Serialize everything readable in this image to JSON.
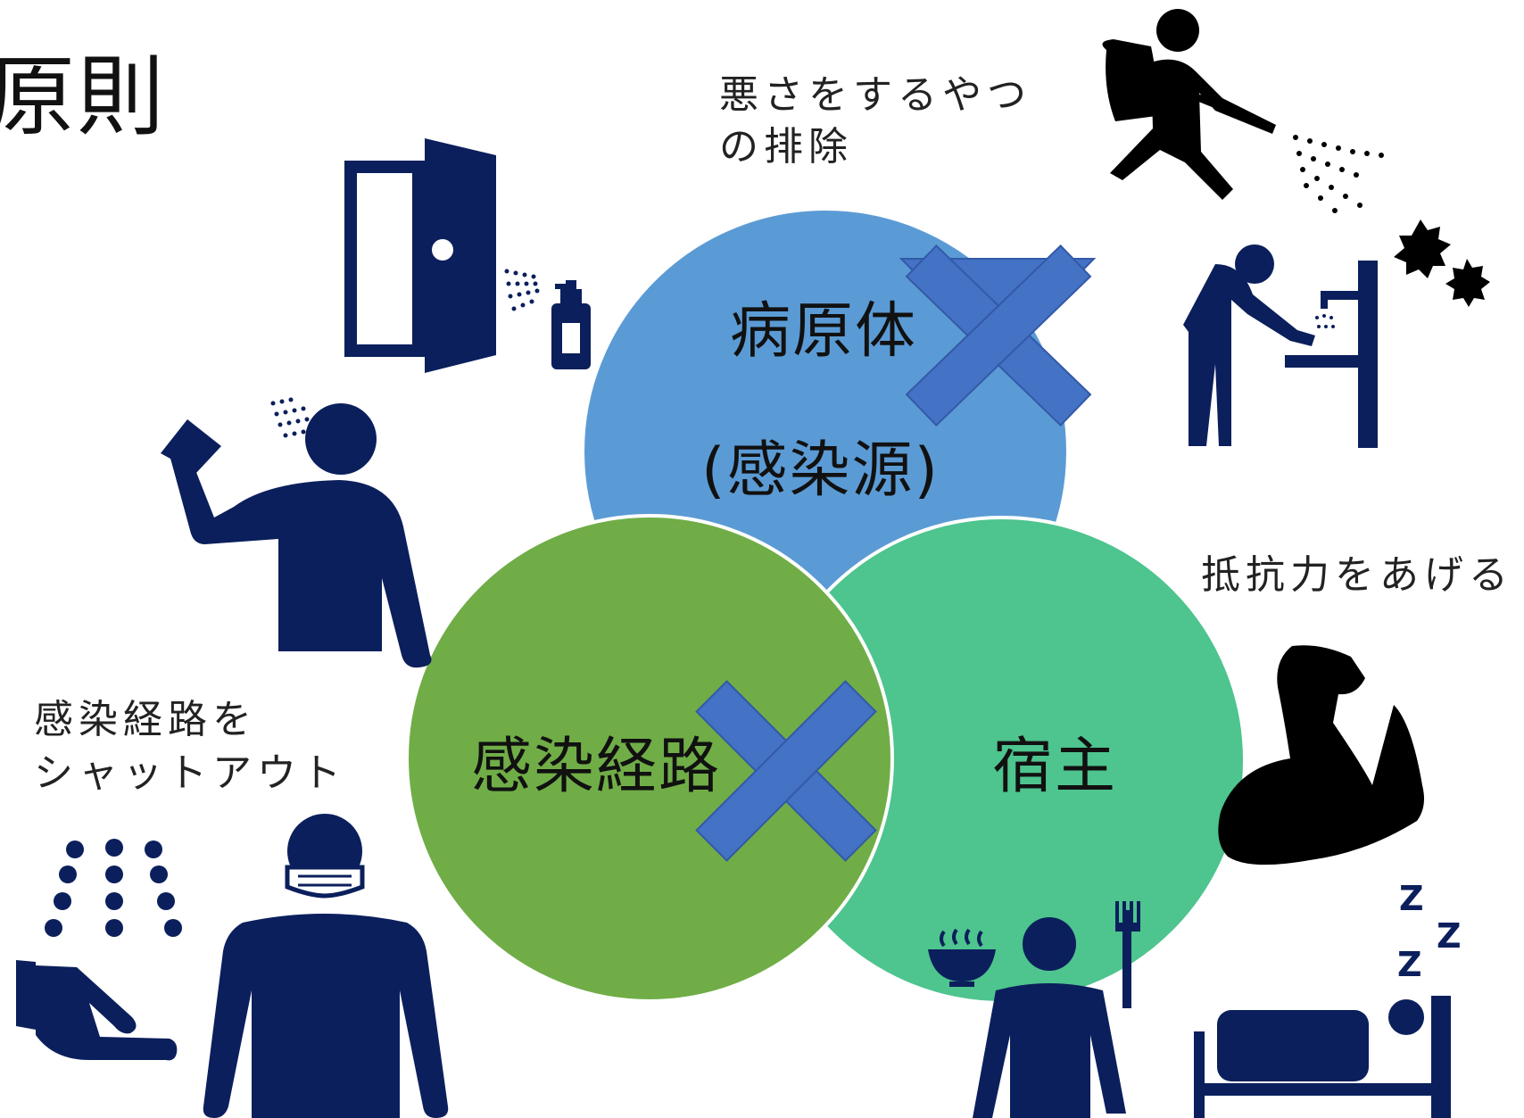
{
  "title": "原則",
  "captions": {
    "pathogen_action_line1": "悪さをするやつ",
    "pathogen_action_line2": "の排除",
    "host_action": "抵抗力をあげる",
    "route_action_line1": "感染経路を",
    "route_action_line2": "シャットアウト"
  },
  "circles": {
    "pathogen_label": "病原体",
    "pathogen_sublabel": "(感染源)",
    "route_label": "感染経路",
    "host_label": "宿主"
  },
  "colors": {
    "pathogen_circle": "#5B9BD5",
    "route_circle": "#70AD47",
    "host_circle": "#4EC48E",
    "cross_mark": "#4472C4",
    "pictogram_navy": "#0B1F5C",
    "pictogram_black": "#000000"
  },
  "icons": [
    "door-icon",
    "spray-bottle-icon",
    "throat-spray-person-icon",
    "disinfect-worker-icon",
    "germ-icon",
    "handwash-person-icon",
    "flexed-arm-icon",
    "meal-person-icon",
    "sleep-icon",
    "hand-dryer-icon",
    "masked-person-icon"
  ]
}
